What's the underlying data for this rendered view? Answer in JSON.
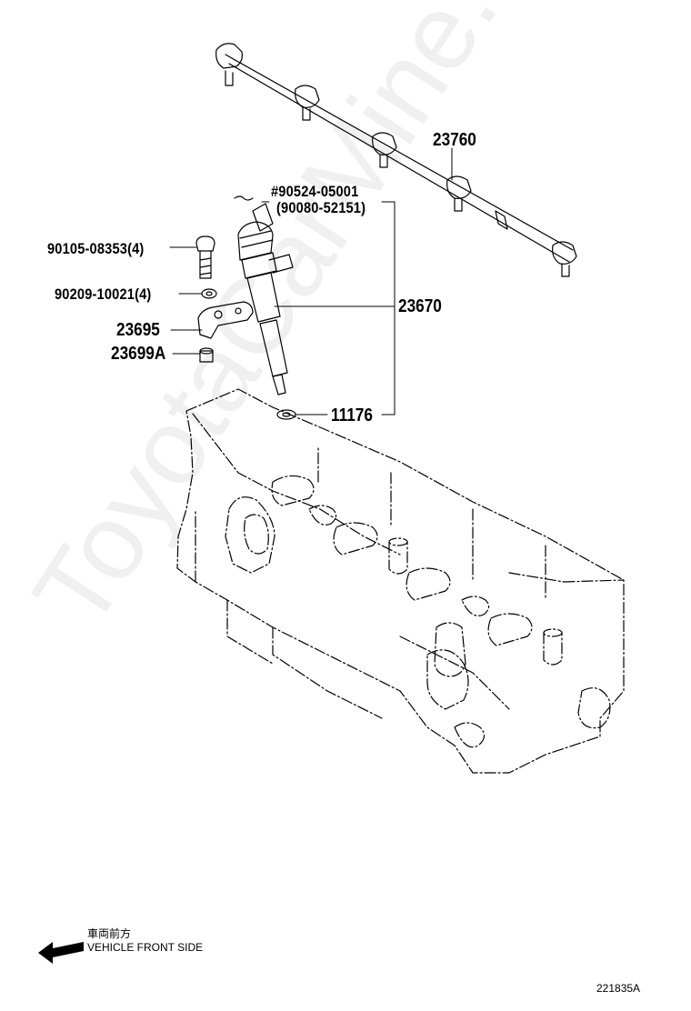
{
  "labels": {
    "p23760": "23760",
    "p90524": "#90524-05001",
    "p90080": "(90080-52151)",
    "p90105": "90105-08353(4)",
    "p90209": "90209-10021(4)",
    "p23670": "23670",
    "p23695": "23695",
    "p23699A": "23699A",
    "p11176": "11176"
  },
  "direction": {
    "jp": "車両前方",
    "en": "VEHICLE FRONT SIDE"
  },
  "figure_id": "221835A",
  "watermark": "ToyotaCarMine.ru",
  "colors": {
    "line": "#000000",
    "watermark": "#e6e6e6"
  }
}
